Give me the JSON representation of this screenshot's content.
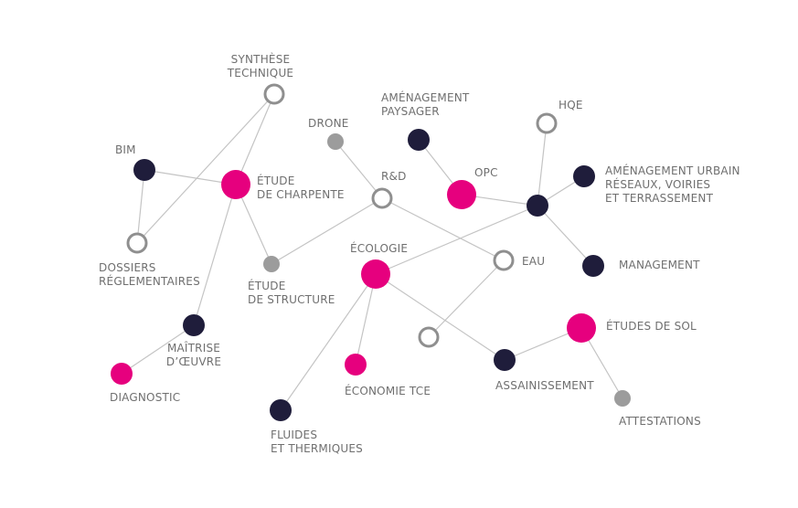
{
  "colors": {
    "navy": "#1f1d3b",
    "magenta": "#e6007e",
    "gray": "#9c9c9c",
    "ring": "#8f8f8f",
    "edge": "#c4c4c4",
    "label": "#6f6f6f"
  },
  "nodes": {
    "synthese": {
      "style": "ring"
    },
    "bim": {
      "style": "navy"
    },
    "charpente": {
      "style": "magenta"
    },
    "dossiers": {
      "style": "ring"
    },
    "drone": {
      "style": "gray"
    },
    "rd": {
      "style": "ring"
    },
    "structure": {
      "style": "gray"
    },
    "paysager": {
      "style": "navy"
    },
    "opc": {
      "style": "magenta"
    },
    "hqe": {
      "style": "ring"
    },
    "hub": {
      "style": "navy"
    },
    "amenagement_urbain": {
      "style": "navy"
    },
    "management": {
      "style": "navy"
    },
    "ecologie": {
      "style": "magenta"
    },
    "eau": {
      "style": "ring"
    },
    "eau_ring2": {
      "style": "ring"
    },
    "maitrise": {
      "style": "navy"
    },
    "diagnostic": {
      "style": "magenta"
    },
    "economie": {
      "style": "magenta"
    },
    "fluides": {
      "style": "navy"
    },
    "assainissement": {
      "style": "navy"
    },
    "etudes_sol": {
      "style": "magenta"
    },
    "attestations": {
      "style": "gray"
    }
  },
  "edges": [
    [
      "synthese",
      "charpente"
    ],
    [
      "synthese",
      "dossiers"
    ],
    [
      "bim",
      "charpente"
    ],
    [
      "bim",
      "dossiers"
    ],
    [
      "charpente",
      "structure"
    ],
    [
      "charpente",
      "maitrise"
    ],
    [
      "maitrise",
      "diagnostic"
    ],
    [
      "drone",
      "rd"
    ],
    [
      "rd",
      "structure"
    ],
    [
      "rd",
      "eau"
    ],
    [
      "paysager",
      "opc"
    ],
    [
      "opc",
      "hub"
    ],
    [
      "hub",
      "hqe"
    ],
    [
      "hub",
      "amenagement_urbain"
    ],
    [
      "hub",
      "management"
    ],
    [
      "hub",
      "ecologie"
    ],
    [
      "ecologie",
      "economie"
    ],
    [
      "ecologie",
      "fluides"
    ],
    [
      "ecologie",
      "assainissement"
    ],
    [
      "eau",
      "eau_ring2"
    ],
    [
      "assainissement",
      "etudes_sol"
    ],
    [
      "etudes_sol",
      "attestations"
    ]
  ],
  "labels": {
    "synthese": [
      "SYNTHÈSE",
      "TECHNIQUE"
    ],
    "amenagement_paysager": [
      "AMÉNAGEMENT",
      "PAYSAGER"
    ],
    "hqe": "HQE",
    "drone": "DRONE",
    "bim": "BIM",
    "charpente": [
      "ÉTUDE",
      "DE CHARPENTE"
    ],
    "rd": "R&D",
    "opc": "OPC",
    "amenagement_urbain": [
      "AMÉNAGEMENT URBAIN",
      "RÉSEAUX, VOIRIES",
      "ET TERRASSEMENT"
    ],
    "ecologie": "ÉCOLOGIE",
    "eau": "EAU",
    "management": "MANAGEMENT",
    "dossiers": [
      "DOSSIERS",
      "RÉGLEMENTAIRES"
    ],
    "structure": [
      "ÉTUDE",
      "DE STRUCTURE"
    ],
    "etudes_sol": "ÉTUDES DE SOL",
    "maitrise": [
      "MAÎTRISE",
      "D’ŒUVRE"
    ],
    "diagnostic": "DIAGNOSTIC",
    "economie": "ÉCONOMIE TCE",
    "assainissement": "ASSAINISSEMENT",
    "attestations": "ATTESTATIONS",
    "fluides": [
      "FLUIDES",
      "ET THERMIQUES"
    ]
  }
}
